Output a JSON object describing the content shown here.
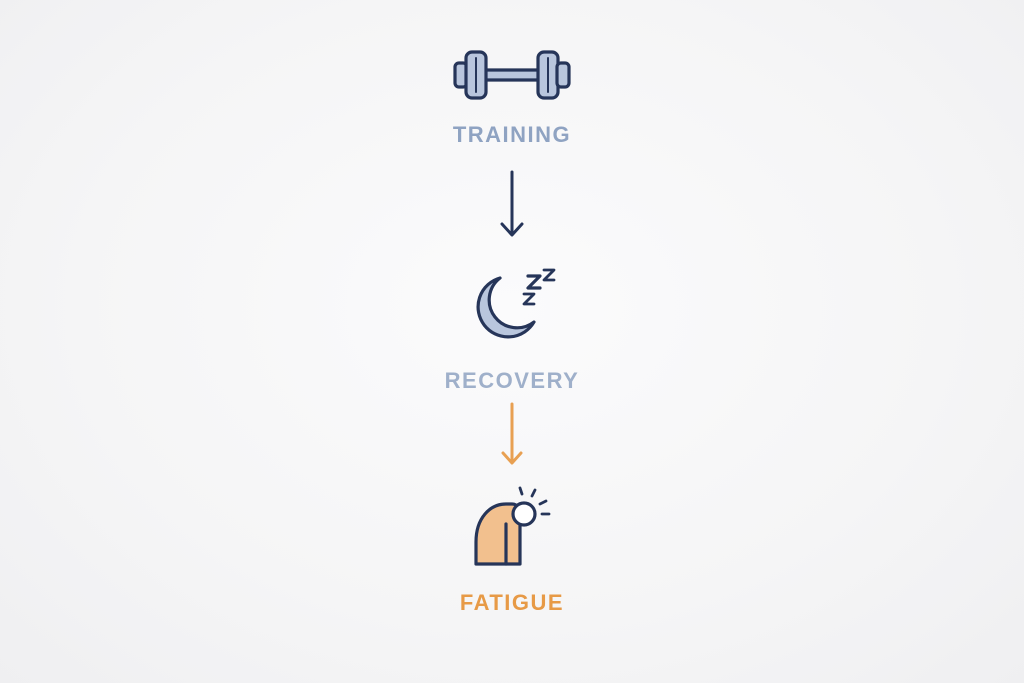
{
  "diagram": {
    "nodes": [
      {
        "id": "training",
        "label": "TRAINING",
        "icon": "dumbbell-icon",
        "color": "#8fa3c2"
      },
      {
        "id": "recovery",
        "label": "RECOVERY",
        "icon": "moon-sleep-icon",
        "color": "#9fb0ca"
      },
      {
        "id": "fatigue",
        "label": "FATIGUE",
        "icon": "fatigued-person-icon",
        "color": "#e79a46"
      }
    ],
    "edges": [
      {
        "from": "training",
        "to": "recovery",
        "color": "#263559"
      },
      {
        "from": "recovery",
        "to": "fatigue",
        "color": "#e8a052"
      }
    ],
    "colors": {
      "icon_outline": "#263559",
      "icon_fill_blue": "#b9c6dd",
      "icon_fill_orange": "#f2c08e",
      "background": "#f6f6f7"
    }
  }
}
